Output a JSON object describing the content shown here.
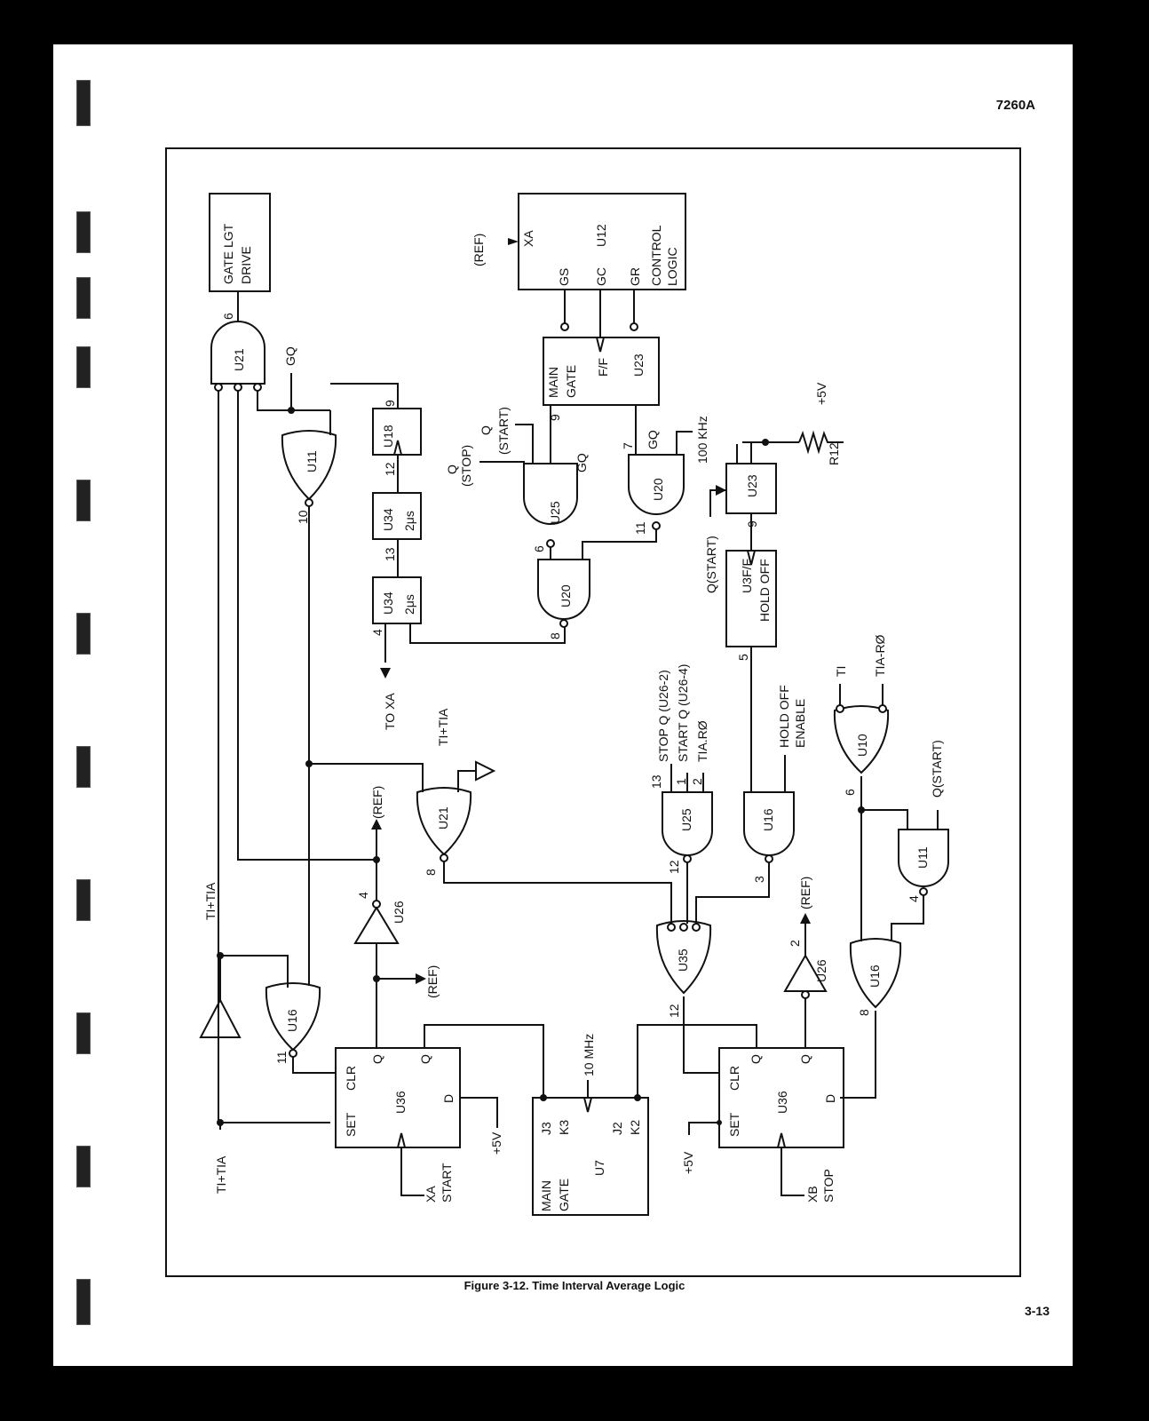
{
  "header": {
    "model": "7260A",
    "page_number": "3-13"
  },
  "caption": "Figure 3-12. Time Interval Average Logic",
  "schematic": {
    "gate_lgt_drive": [
      "GATE LGT",
      "DRIVE"
    ],
    "u12": {
      "ref": "(REF)",
      "xa": "XA",
      "name": "U12",
      "lines": [
        "CONTROL",
        "LOGIC"
      ],
      "gs": "GS",
      "gc": "GC",
      "gr": "GR"
    },
    "u23_main": {
      "lines": [
        "MAIN",
        "GATE"
      ],
      "ff": "F/F",
      "name": "U23",
      "pin9": "9",
      "gq": "GQ",
      "pin7": "7",
      "gq_bar": "GQ"
    },
    "u21_top": {
      "name": "U21",
      "pin6": "6",
      "gq_bar": "GQ"
    },
    "u11_top": {
      "name": "U11",
      "pin10": "10"
    },
    "u18": {
      "name": "U18",
      "pin9": "9",
      "pin12": "12"
    },
    "u34_a": {
      "name": "U34",
      "delay": "2μs",
      "pin13": "13"
    },
    "u34_b": {
      "name": "U34",
      "delay": "2μs",
      "pin4": "4"
    },
    "to_xa": "TO XA",
    "u25_top": {
      "name": "U25",
      "q_stop": [
        "Q",
        "(STOP)"
      ],
      "q_start": [
        "Q",
        "(START)"
      ],
      "pin6": "6"
    },
    "u20_a": {
      "name": "U20",
      "pin8": "8"
    },
    "u20_b": {
      "name": "U20",
      "pin11": "11",
      "clock": "100 KHz"
    },
    "u23_hold": {
      "name": "U23",
      "pin9": "9",
      "r12": "R12",
      "plus5v": "+5V",
      "q_start": "Q(START)"
    },
    "u3": {
      "name": "U3",
      "ff": "F/F",
      "hold_off": "HOLD OFF",
      "pin5": "5"
    },
    "u25_mid": {
      "name": "U25",
      "pin13": "13",
      "pin1": "1",
      "pin2": "2",
      "pin12": "12",
      "inputs": [
        "STOP Q (U26-2)",
        "START Q (U26-4)",
        "TIA.RØ"
      ]
    },
    "u16_mid": {
      "name": "U16",
      "pin3": "3",
      "enable": [
        "HOLD OFF",
        "ENABLE"
      ]
    },
    "u10": {
      "name": "U10",
      "ti": "TI",
      "tia_r0": "TIA-RØ",
      "pin6": "6"
    },
    "u11_right": {
      "name": "U11",
      "q_start": "Q(START)",
      "pin4": "4"
    },
    "u21_mid": {
      "name": "U21",
      "pin8": "8",
      "ti_tia": "TI+TIA"
    },
    "u26_a": {
      "name": "U26",
      "pin4": "4",
      "ref1": "(REF)",
      "ref2": "(REF)"
    },
    "u16_left": {
      "name": "U16",
      "pin11": "11",
      "ti_tia_bar": "TI+TIA"
    },
    "u35": {
      "name": "U35",
      "pin12": "12"
    },
    "u26_b": {
      "name": "U26",
      "pin2": "2",
      "ref": "(REF)"
    },
    "u16_right": {
      "name": "U16",
      "pin8": "8"
    },
    "u36_a": {
      "name": "U36",
      "clr": "CLR",
      "set": "SET",
      "q": "Q",
      "qbar": "Q",
      "d": "D",
      "xa_start": [
        "XA",
        "START"
      ],
      "plus5v": "+5V"
    },
    "u36_b": {
      "name": "U36",
      "clr": "CLR",
      "set": "SET",
      "q": "Q",
      "qbar": "Q",
      "d": "D",
      "xb_stop": [
        "XB",
        "STOP"
      ],
      "plus5v": "+5V"
    },
    "u7": {
      "name": "U7",
      "lines": [
        "MAIN",
        "GATE"
      ],
      "j3": "J3",
      "k3": "K3",
      "j2": "J2",
      "k2": "K2",
      "clock": "10 MHz"
    },
    "ti_tia_input": "TI+TIA"
  }
}
